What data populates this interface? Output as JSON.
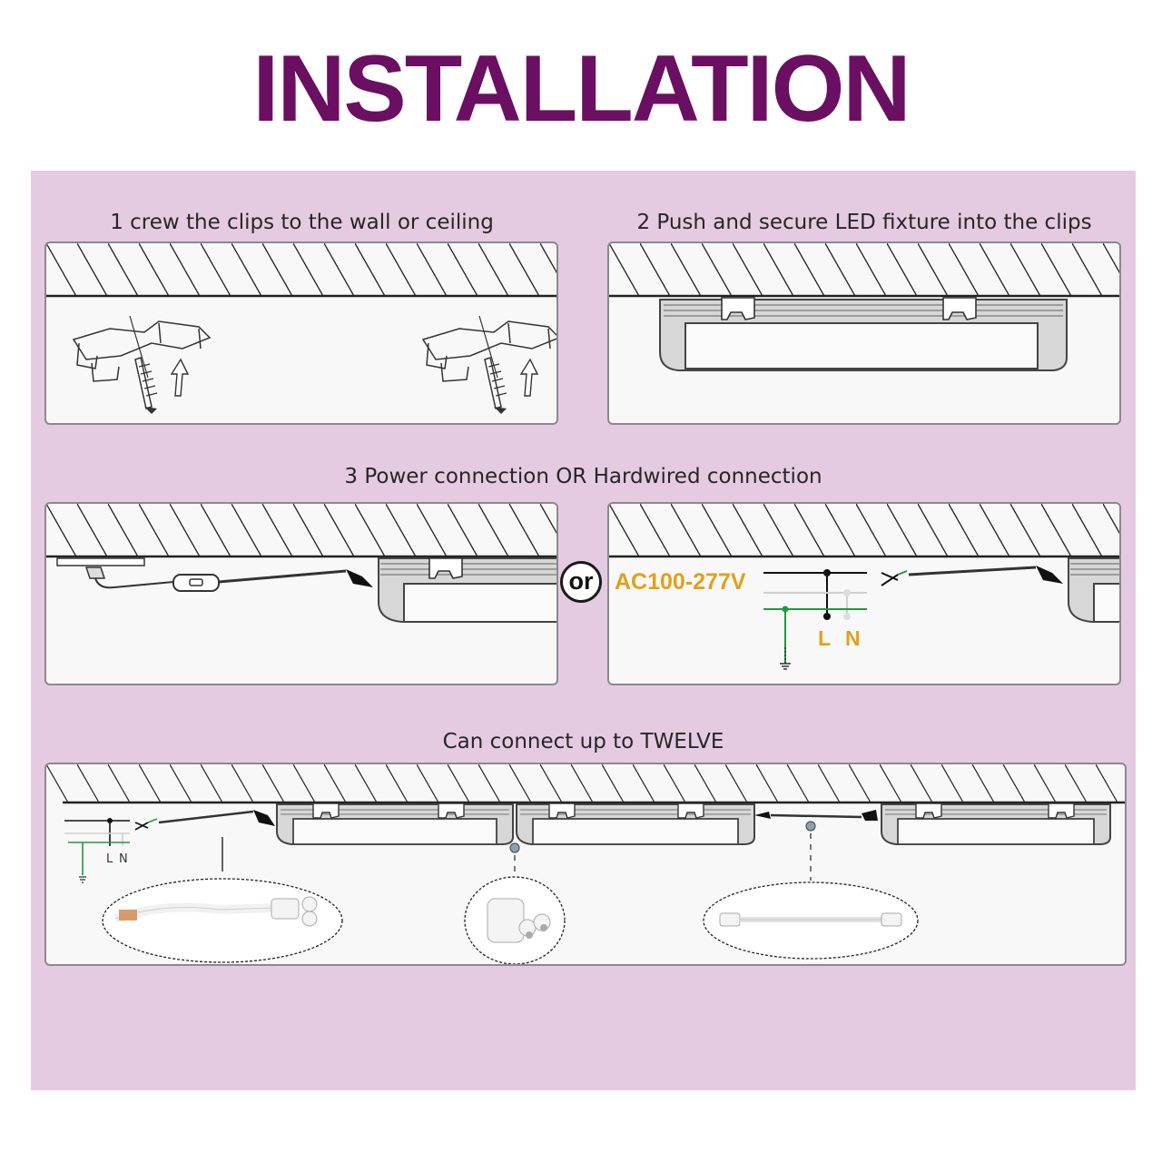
{
  "title": "INSTALLATION",
  "steps": {
    "step1": "1 crew the clips to the wall or ceiling",
    "step2": "2 Push and secure LED fixture into the clips",
    "step3": "3 Power connection OR Hardwired connection",
    "step4": "Can connect up to TWELVE"
  },
  "or_label": "or",
  "hardwire": {
    "voltage": "AC100-277V",
    "live": "L",
    "neutral": "N"
  },
  "chain": {
    "live": "L",
    "neutral": "N"
  },
  "colors": {
    "title": "#6b0f62",
    "panel": "#e5cbe2",
    "voltage": "#e0a11b",
    "ground_wire": "#1e9a3a"
  }
}
